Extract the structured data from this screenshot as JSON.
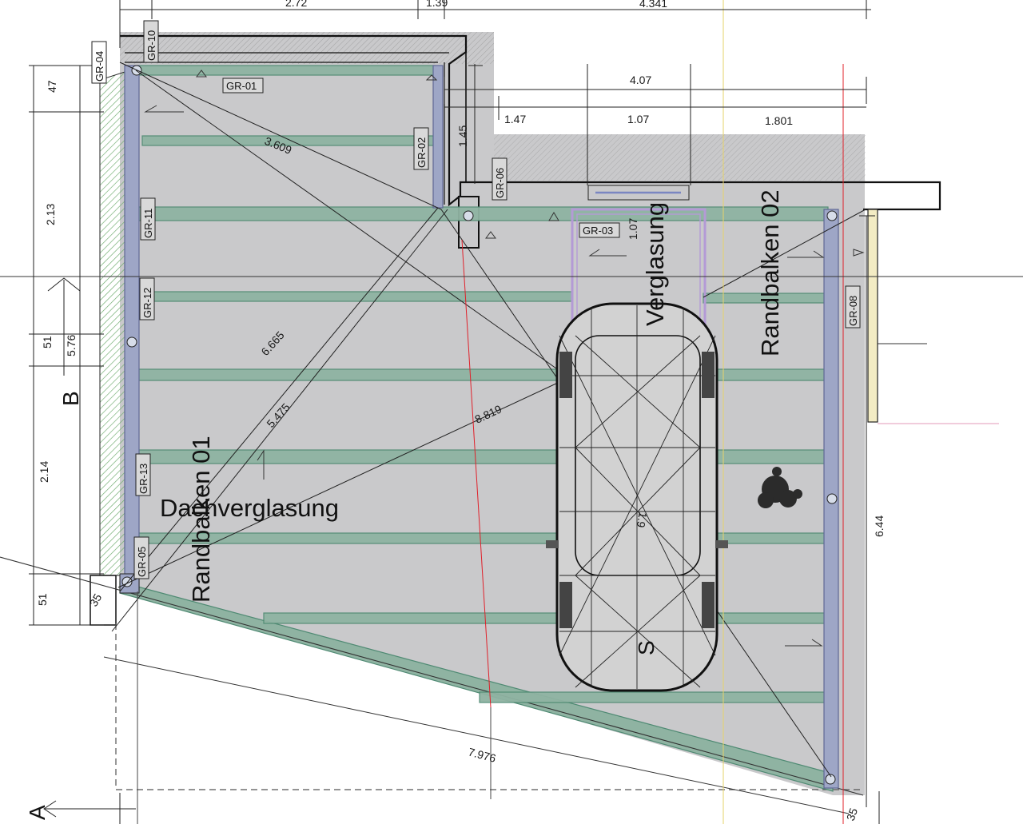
{
  "dimensions": {
    "top_1": "2.72",
    "top_2": "1.39",
    "top_3": "4.341",
    "top_4": "4.07",
    "top_5": "1.47",
    "top_6": "1.07",
    "top_7": "1.801",
    "vert_1": "1.45",
    "left_1": "47",
    "left_2": "2.13",
    "left_3": "51",
    "left_4": "5.76",
    "left_5": "2.14",
    "left_6": "51",
    "left_7": "35",
    "diag_1": "3.609",
    "diag_2": "6.665",
    "diag_3": "5.475",
    "diag_4": "8.819",
    "bottom_1": "7.976",
    "right_1": "6.44",
    "corner_1": "35",
    "win_1": "1.07",
    "car_1": "1.9"
  },
  "tags": {
    "gr01": "GR-01",
    "gr02": "GR-02",
    "gr03": "GR-03",
    "gr04": "GR-04",
    "gr05": "GR-05",
    "gr06": "GR-06",
    "gr08": "GR-08",
    "gr10": "GR-10",
    "gr11": "GR-11",
    "gr12": "GR-12",
    "gr13": "GR-13"
  },
  "labels": {
    "randbalken_01": "Randbalken 01",
    "randbalken_02": "Randbalken 02",
    "dachverglasung": "Dachverglasung",
    "verglasung": "Verglasung",
    "section_a": "A",
    "section_b": "B",
    "stair_s": "S"
  },
  "colors": {
    "floor": "#c9c9cb",
    "beam_green": "#8fb3a2",
    "beam_purple": "#9ea6c6",
    "glass_frame": "#b49ad6",
    "red_line": "#e0202a"
  }
}
